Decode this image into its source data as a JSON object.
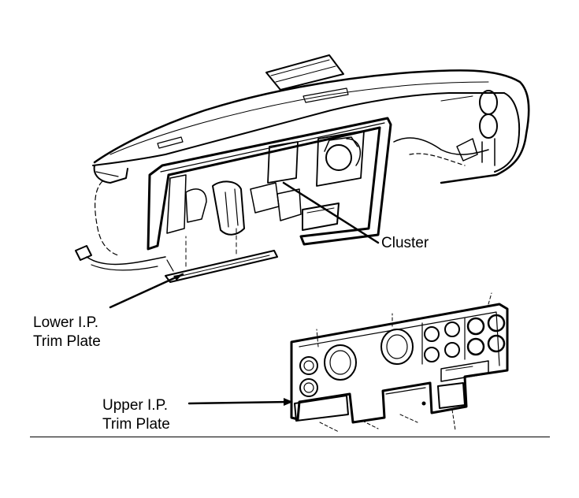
{
  "figure": {
    "labels": {
      "cluster": {
        "line1": "Cluster"
      },
      "lower_trim_plate": {
        "line1": "Lower I.P.",
        "line2": "Trim Plate"
      },
      "upper_trim_plate": {
        "line1": "Upper I.P.",
        "line2": "Trim Plate"
      }
    },
    "colors": {
      "ink": "#000000",
      "paper": "#ffffff"
    }
  }
}
